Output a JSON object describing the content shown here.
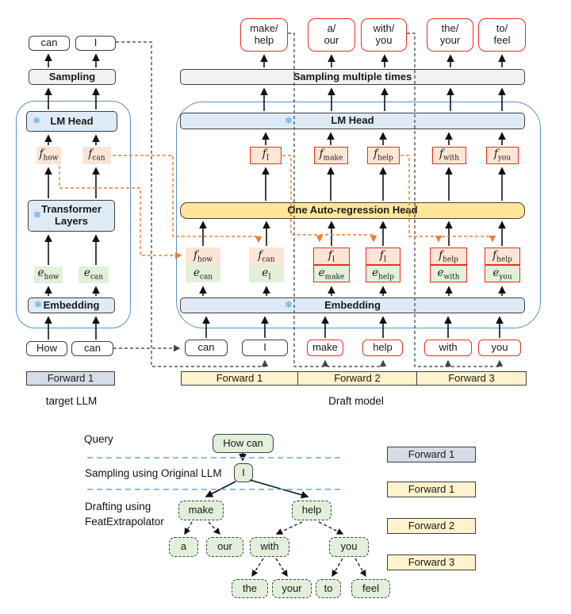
{
  "colors": {
    "red_border": "#ee2d24",
    "orange_dash": "#ed7d31",
    "peach_fill": "#fbe5d6",
    "green_fill": "#e2efda",
    "blue_fill": "#deebf7",
    "gray_fill": "#f2f2f2",
    "yellow_ar_head": "#ffe699",
    "yellow_forward": "#fff2cc",
    "gray_forward": "#d6dce5",
    "container_border": "#5e8fc4",
    "blue_dash_line": "#7fb2e5"
  },
  "target": {
    "caption": "target LLM",
    "snowflake": "❄",
    "outputs": [
      {
        "label": "can"
      },
      {
        "label": "I"
      }
    ],
    "sampling": "Sampling",
    "lm_head": "LM Head",
    "features": [
      {
        "base": "f",
        "sub": "how"
      },
      {
        "base": "f",
        "sub": "can"
      }
    ],
    "transformer": {
      "line1": "Transformer",
      "line2": "Layers"
    },
    "embeds": [
      {
        "base": "e",
        "sub": "how"
      },
      {
        "base": "e",
        "sub": "can"
      }
    ],
    "embedding": "Embedding",
    "inputs": [
      {
        "label": "How"
      },
      {
        "label": "can"
      }
    ],
    "forward": "Forward 1"
  },
  "draft": {
    "caption": "Draft model",
    "snowflake": "❄",
    "outputs": [
      {
        "line1": "make/",
        "line2": "help"
      },
      {
        "line1": "a/",
        "line2": "our"
      },
      {
        "line1": "with/",
        "line2": "you"
      },
      {
        "line1": "the/",
        "line2": "your"
      },
      {
        "line1": "to/",
        "line2": "feel"
      }
    ],
    "sampling": "Sampling multiple times",
    "lm_head": "LM Head",
    "f_row": [
      {
        "base": "f",
        "sub": "I"
      },
      {
        "base": "f",
        "sub": "make"
      },
      {
        "base": "f",
        "sub": "help"
      },
      {
        "base": "f",
        "sub": "with"
      },
      {
        "base": "f",
        "sub": "you"
      }
    ],
    "ar_head": "One Auto-regression Head",
    "pairs": [
      {
        "f": {
          "base": "f",
          "sub": "how"
        },
        "e": {
          "base": "e",
          "sub": "can"
        }
      },
      {
        "f": {
          "base": "f",
          "sub": "can"
        },
        "e": {
          "base": "e",
          "sub": "I"
        }
      },
      {
        "f": {
          "base": "f",
          "sub": "I"
        },
        "e": {
          "base": "e",
          "sub": "make"
        }
      },
      {
        "f": {
          "base": "f",
          "sub": "I"
        },
        "e": {
          "base": "e",
          "sub": "help"
        }
      },
      {
        "f": {
          "base": "f",
          "sub": "help"
        },
        "e": {
          "base": "e",
          "sub": "with"
        }
      },
      {
        "f": {
          "base": "f",
          "sub": "help"
        },
        "e": {
          "base": "e",
          "sub": "you"
        }
      }
    ],
    "embedding": "Embedding",
    "inputs": [
      {
        "label": "can"
      },
      {
        "label": "I"
      },
      {
        "label": "make"
      },
      {
        "label": "help"
      },
      {
        "label": "with"
      },
      {
        "label": "you"
      }
    ],
    "forwards": [
      {
        "label": "Forward 1"
      },
      {
        "label": "Forward 2"
      },
      {
        "label": "Forward 3"
      }
    ]
  },
  "tree": {
    "query_label": "Query",
    "sampling_label": "Sampling using Original LLM",
    "drafting_label_1": "Drafting using",
    "drafting_label_2": "FeatExtrapolator",
    "root": "How can",
    "nodes": {
      "i": "I",
      "make": "make",
      "help": "help",
      "a": "a",
      "our": "our",
      "with": "with",
      "you": "you",
      "the": "the",
      "your": "your",
      "to": "to",
      "feel": "feel"
    }
  },
  "legend": [
    {
      "label": "Forward 1",
      "style": "gray"
    },
    {
      "label": "Forward 1",
      "style": "yellow"
    },
    {
      "label": "Forward 2",
      "style": "yellow"
    },
    {
      "label": "Forward 3",
      "style": "yellow"
    }
  ]
}
